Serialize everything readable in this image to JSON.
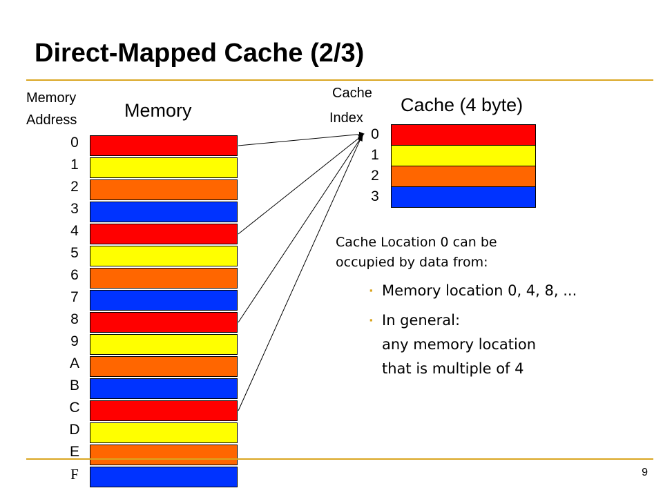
{
  "slide": {
    "title": "Direct-Mapped Cache (2/3)",
    "page_number": "9",
    "accent_color": "#DAA520"
  },
  "memory": {
    "address_header": [
      "Memory",
      "Address"
    ],
    "label": "Memory",
    "addresses": [
      "0",
      "1",
      "2",
      "3",
      "4",
      "5",
      "6",
      "7",
      "8",
      "9",
      "A",
      "B",
      "C",
      "D",
      "E",
      "F"
    ],
    "block_colors": [
      "#FF0000",
      "#FFFF00",
      "#FF6600",
      "#0033FF",
      "#FF0000",
      "#FFFF00",
      "#FF6600",
      "#0033FF",
      "#FF0000",
      "#FFFF00",
      "#FF6600",
      "#0033FF",
      "#FF0000",
      "#FFFF00",
      "#FF6600",
      "#0033FF"
    ]
  },
  "cache": {
    "index_header": [
      "Cache",
      "Index"
    ],
    "label": "Cache (4 byte)",
    "indices": [
      "0",
      "1",
      "2",
      "3"
    ],
    "block_colors": [
      "#FF0000",
      "#FFFF00",
      "#FF6600",
      "#0033FF"
    ]
  },
  "mapping_arrows": {
    "from_memory_addresses": [
      0,
      4,
      8,
      12
    ],
    "to_cache_index": 0
  },
  "notes": {
    "intro": [
      "Cache Location 0 can be",
      "occupied by data from:"
    ],
    "bullets": [
      {
        "lines": [
          "Memory location 0, 4, 8, ..."
        ]
      },
      {
        "lines": [
          "In general:",
          "any memory location",
          "that is multiple of 4"
        ]
      }
    ]
  }
}
